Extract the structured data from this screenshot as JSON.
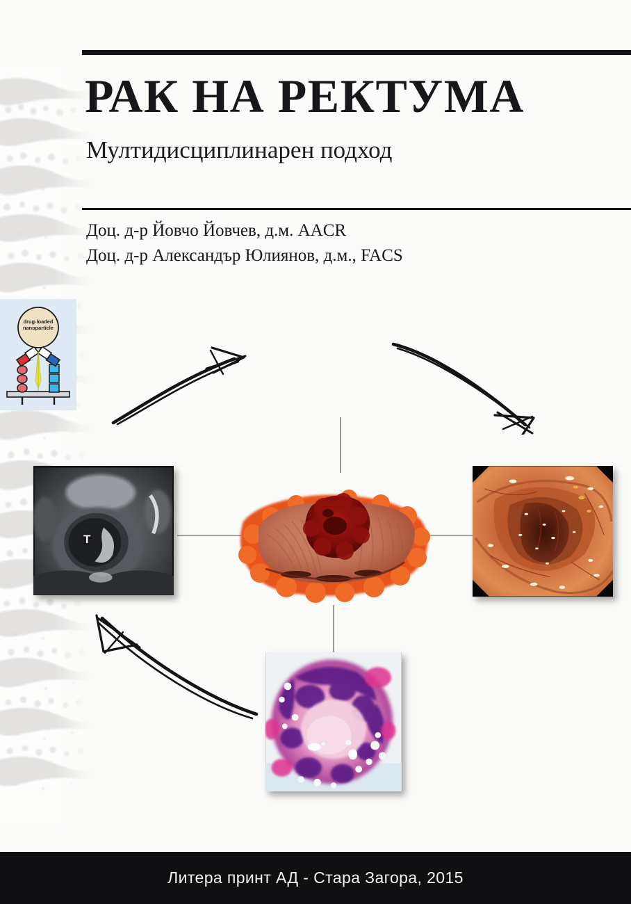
{
  "cover": {
    "language": "bg",
    "background_color": "#fbfbf9",
    "title": "РАК НА РЕКТУМА",
    "subtitle": "Мултидисциплинарен подход",
    "authors": [
      "Доц. д-р Йовчо Йовчев, д.м. AACR",
      "Доц. д-р Александър Юлиянов, д.м., FACS"
    ],
    "rule_color": "#15171b"
  },
  "diagram": {
    "description": "multidisciplinary cycle of four clinical modalities around a central surgical specimen",
    "nanoparticle": {
      "label_line1": "drug-loaded",
      "label_line2": "nanoparticle",
      "panel_bg": "#dfeaf4",
      "particle_color": "#efe2c4",
      "left_receptor_color": "#d8323c",
      "right_receptor_color": "#2a66b8",
      "drug_color": "#e8e445",
      "membrane_color": "#c9ccd1"
    },
    "tiles": [
      {
        "name": "mri",
        "caption_label": "T",
        "kind": "pelvic-mri"
      },
      {
        "name": "endoscopy",
        "kind": "endoscopic-view"
      },
      {
        "name": "histology",
        "kind": "he-stained-section"
      },
      {
        "name": "specimen",
        "kind": "resected-rectum-specimen"
      }
    ],
    "arrows": [
      {
        "name": "arrow-mri-to-nano",
        "direction": "up-right"
      },
      {
        "name": "arrow-nano-to-endoscopy",
        "direction": "down-right"
      },
      {
        "name": "arrow-histology-to-mri",
        "direction": "up-left"
      }
    ]
  },
  "footer": {
    "publisher_line": "Литера принт АД - Стара Загора, 2015",
    "background_color": "#101012",
    "text_color": "#f2f2f2"
  }
}
